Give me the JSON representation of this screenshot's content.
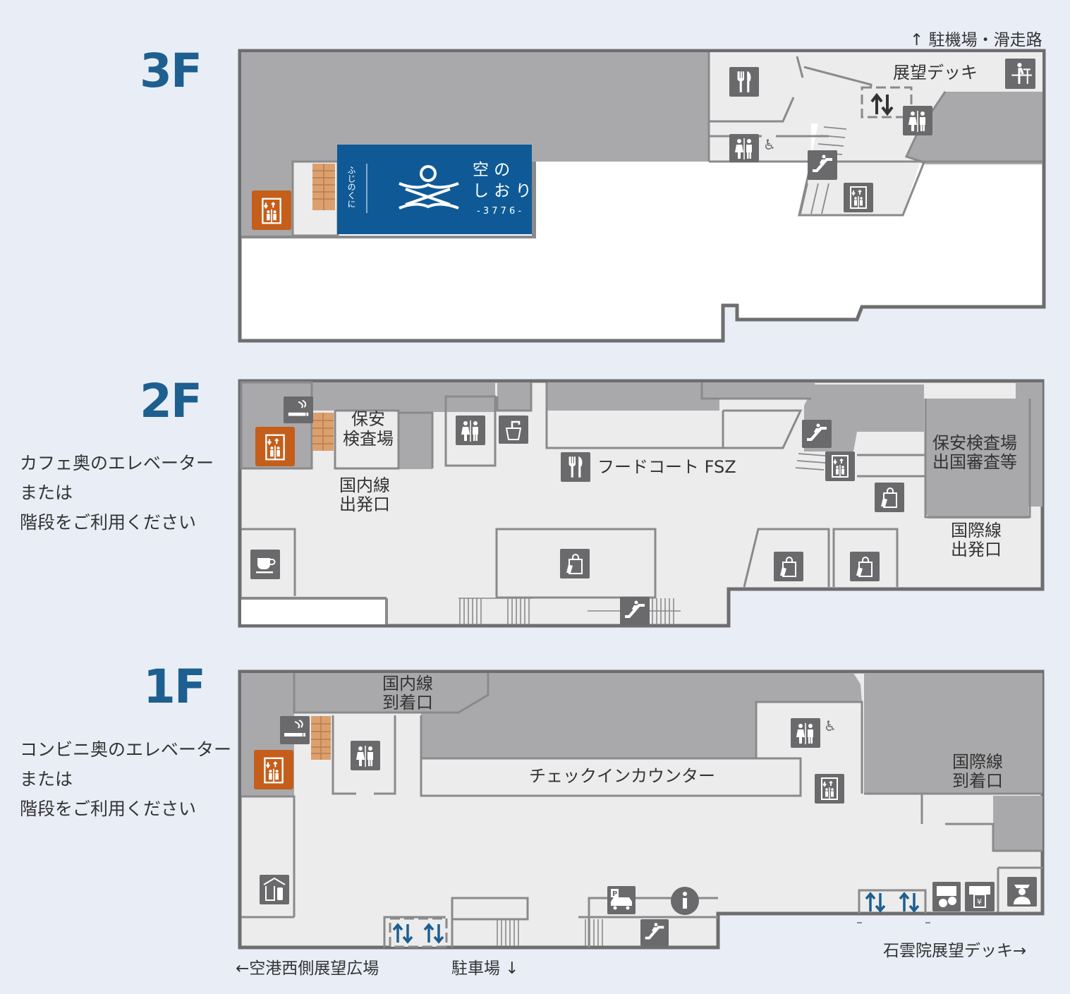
{
  "floors": {
    "f3": {
      "label": "3F"
    },
    "f2": {
      "label": "2F",
      "note": [
        "カフェ奥のエレベーター",
        "または",
        "階段をご利用ください"
      ]
    },
    "f1": {
      "label": "1F",
      "note": [
        "コンビニ奥のエレベーター",
        "または",
        "階段をご利用ください"
      ]
    }
  },
  "f3_labels": {
    "apron": "↑ 駐機場・滑走路",
    "deck": "展望デッキ",
    "shop_name_line1": "空 の",
    "shop_name_line2": "し お り",
    "shop_number": "- 3 7 7 6 -",
    "shop_vertical": "ふじのくに"
  },
  "f2_labels": {
    "security_domestic_1": "保安",
    "security_domestic_2": "検査場",
    "domestic_departure_1": "国内線",
    "domestic_departure_2": "出発口",
    "food_court": "フードコート FSZ",
    "security_intl_1": "保安検査場",
    "security_intl_2": "出国審査等",
    "intl_departure_1": "国際線",
    "intl_departure_2": "出発口"
  },
  "f1_labels": {
    "domestic_arrival_1": "国内線",
    "domestic_arrival_2": "到着口",
    "checkin": "チェックインカウンター",
    "intl_arrival_1": "国際線",
    "intl_arrival_2": "到着口",
    "west_plaza": "←空港西側展望広場",
    "parking": "駐車場 ↓",
    "sekiunin": "石雲院展望デッキ→"
  },
  "colors": {
    "accent": "#1d5f8f",
    "elevator_orange": "#c45e1a",
    "stairs_orange": "#dca06e",
    "shop_blue": "#0f5a96",
    "wall": "#6e6e70",
    "zone_dark": "#a9a9ab",
    "floor_light": "#ececec",
    "icon_gray": "#6a6a6c"
  },
  "icons": [
    "elevator-icon",
    "restroom-icon",
    "restaurant-icon",
    "escalator-icon",
    "smoking-icon",
    "cafe-icon",
    "shop-icon",
    "water-icon",
    "observation-deck-icon",
    "wheelchair-icon",
    "info-icon",
    "parking-icon",
    "currency-exchange-icon",
    "atm-icon",
    "police-icon",
    "convenience-store-icon",
    "stairs-icon",
    "entrance-arrows-icon"
  ]
}
